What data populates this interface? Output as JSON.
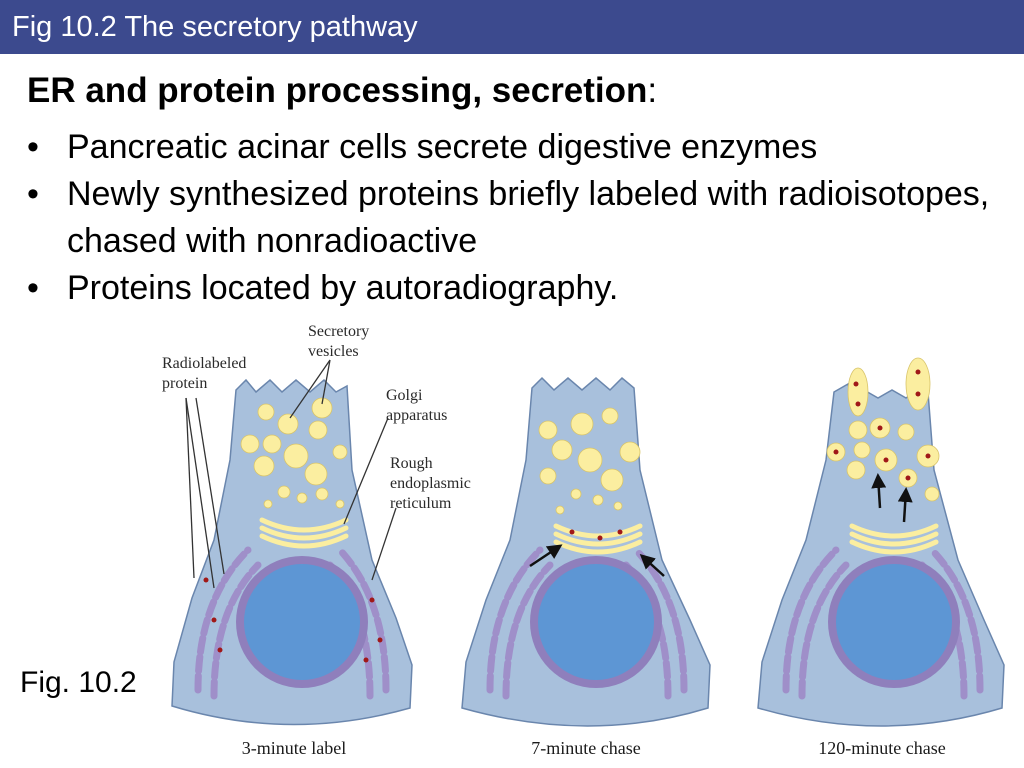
{
  "header": {
    "title": "Fig 10.2  The secretory pathway"
  },
  "subtitle": {
    "bold": "ER and protein processing, secretion",
    "suffix": ":"
  },
  "bullets": [
    {
      "dot": "•",
      "text": "Pancreatic acinar cells secrete digestive enzymes"
    },
    {
      "dot": "•",
      "text": "Newly synthesized proteins briefly labeled with radioisotopes, chased with nonradioactive"
    },
    {
      "dot": "•",
      "text": "Proteins located by autoradiography."
    }
  ],
  "figure": {
    "label": "Fig. 10.2",
    "annotations": {
      "radiolabeled": [
        "Radiolabeled",
        "protein"
      ],
      "vesicles": [
        "Secretory",
        "vesicles"
      ],
      "golgi": [
        "Golgi",
        "apparatus"
      ],
      "rer": [
        "Rough",
        "endoplasmic",
        "reticulum"
      ]
    },
    "panels": [
      {
        "caption": "3-minute label"
      },
      {
        "caption": "7-minute chase"
      },
      {
        "caption": "120-minute chase"
      }
    ],
    "colors": {
      "cytoplasm": "#a8c0dc",
      "cell_outline": "#6a86ad",
      "nucleus": "#5d96d4",
      "nuclear_envelope": "#8f7fbc",
      "er": "#9f8fc9",
      "vesicle": "#fbeea0",
      "label_dot": "#a01818",
      "header": "#3c4a8e"
    }
  }
}
